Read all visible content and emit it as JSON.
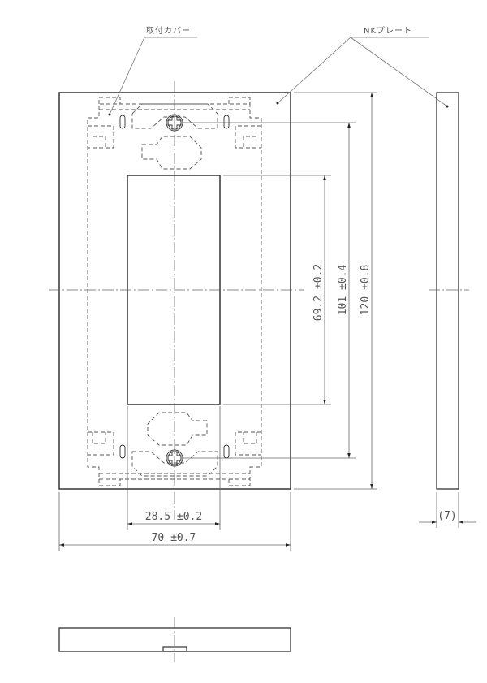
{
  "drawing": {
    "type": "technical-drawing",
    "subject": "wall plate with mounting cover",
    "colors": {
      "line": "#333333",
      "thin": "#777777",
      "text": "#555555",
      "background": "#ffffff"
    }
  },
  "callouts": {
    "mount_cover": "取付カバー",
    "nk_plate": "NKプレート"
  },
  "dimensions": {
    "opening_height": "69.2 ±0.2",
    "screw_pitch": "101 ±0.4",
    "overall_height": "120 ±0.8",
    "opening_width": "28.5 ±0.2",
    "overall_width": "70 ±0.7",
    "thickness": "(7)"
  },
  "views": [
    {
      "name": "front-view"
    },
    {
      "name": "side-view"
    },
    {
      "name": "bottom-view"
    }
  ]
}
